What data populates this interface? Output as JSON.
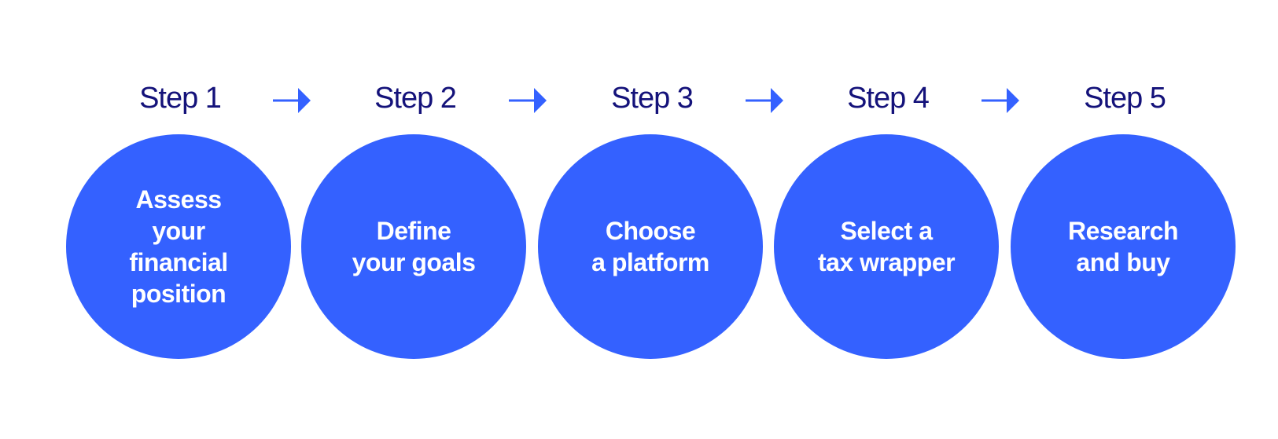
{
  "accent_color": "#3461ff",
  "label_color": "#14127a",
  "steps": [
    {
      "label": "Step 1",
      "text": "Assess\nyour\nfinancial\nposition"
    },
    {
      "label": "Step 2",
      "text": "Define\nyour goals"
    },
    {
      "label": "Step 3",
      "text": "Choose\na platform"
    },
    {
      "label": "Step 4",
      "text": "Select a\ntax wrapper"
    },
    {
      "label": "Step 5",
      "text": "Research\nand buy"
    }
  ],
  "arrow_icon": "arrow-right-icon"
}
